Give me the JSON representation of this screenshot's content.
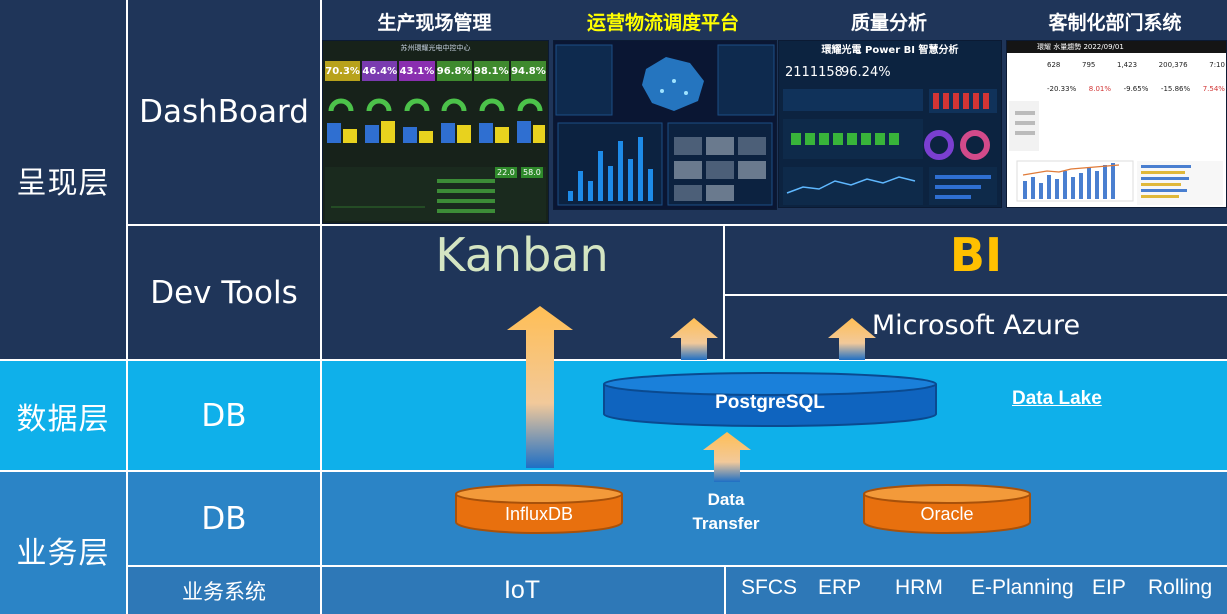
{
  "layers": {
    "presentation": "呈现层",
    "data": "数据层",
    "business": "业务层"
  },
  "rows": {
    "dashboard": "DashBoard",
    "devtools": "Dev Tools",
    "db_data": "DB",
    "db_business": "DB",
    "systems": "业务系统"
  },
  "dashboards": [
    {
      "title": "生产现场管理",
      "highlight": false
    },
    {
      "title": "运营物流调度平台",
      "highlight": true
    },
    {
      "title": "质量分析",
      "highlight": false
    },
    {
      "title": "客制化部门系统",
      "highlight": false
    }
  ],
  "thumb1": {
    "header": "苏州環耀光电中控中心",
    "tiles": [
      "70.3%",
      "46.4%",
      "43.1%",
      "96.8%",
      "98.1%",
      "94.8%"
    ],
    "tile_colors": [
      "#b8a21b",
      "#7a3bb0",
      "#8a2fb0",
      "#3f8a2e",
      "#3f8a2e",
      "#3f8a2e"
    ],
    "readouts": [
      "22.0",
      "58.0"
    ]
  },
  "thumb3": {
    "header": "環耀光電 Power BI 智慧分析",
    "kpi1": "2111158",
    "kpi2": "96.24%"
  },
  "thumb4": {
    "header": "環耀 水量趨勢 2022/09/01",
    "row1": [
      "628",
      "795",
      "1,423",
      "200,376",
      "7:10"
    ],
    "row2": [
      "-20.33%",
      "8.01%",
      "-9.65%",
      "-15.86%",
      "7.54%"
    ]
  },
  "devtools": {
    "kanban": "Kanban",
    "bi": "BI",
    "azure": "Microsoft Azure"
  },
  "datalayer": {
    "postgres": "PostgreSQL",
    "datalake": "Data Lake"
  },
  "business": {
    "influx": "InfluxDB",
    "transfer_line1": "Data",
    "transfer_line2": "Transfer",
    "oracle": "Oracle"
  },
  "systems": {
    "iot": "IoT",
    "items": [
      "SFCS",
      "ERP",
      "HRM",
      "E-Planning",
      "EIP",
      "Rolling"
    ]
  },
  "colors": {
    "presentation_bg": "#1f3559",
    "data_bg": "#0fb0ea",
    "business_bg": "#2b84c6",
    "systems_bg": "#2e78b7",
    "kanban_text": "#d4e5c2",
    "bi_text": "#ffc000",
    "highlight_title": "#ffff00",
    "orange_db": "#e8700e",
    "blue_db": "#0f64bf"
  }
}
